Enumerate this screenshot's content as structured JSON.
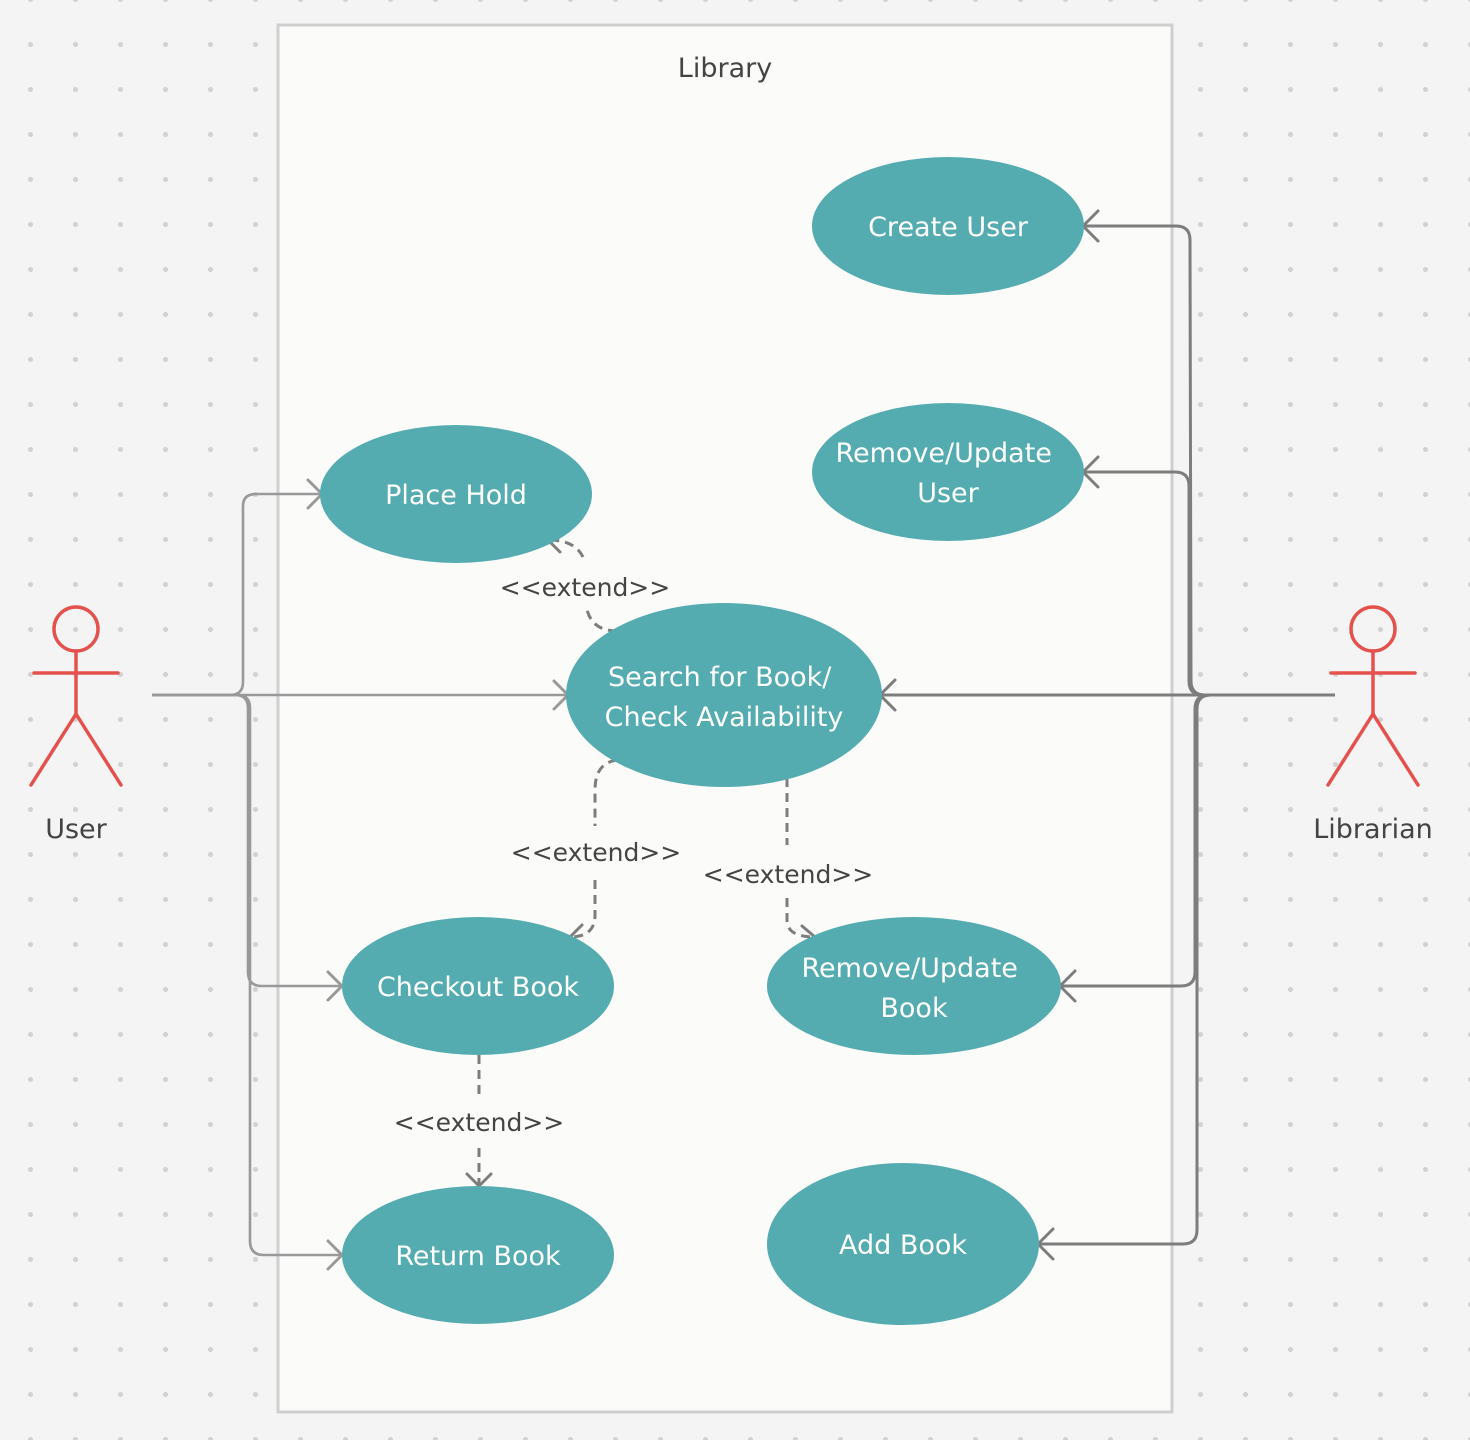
{
  "colors": {
    "background": "#f4f4f4",
    "grid_dot": "#d2d2d2",
    "boundary_fill": "#fbfbfa",
    "boundary_stroke": "#cfcfcf",
    "use_case_fill": "#55acb0",
    "use_case_text": "#ffffff",
    "actor": "#e5514c",
    "line": "#999999",
    "line_dark": "#7d7d7d",
    "text": "#444444"
  },
  "system": {
    "title": "Library"
  },
  "actors": {
    "user": {
      "label": "User",
      "icon": "stick-figure-icon"
    },
    "librarian": {
      "label": "Librarian",
      "icon": "stick-figure-icon"
    }
  },
  "use_cases": {
    "create_user": {
      "lines": [
        "Create User"
      ]
    },
    "remove_update_user": {
      "lines": [
        "Remove/Update",
        "User"
      ]
    },
    "place_hold": {
      "lines": [
        "Place Hold"
      ]
    },
    "search_book": {
      "lines": [
        "Search for Book/",
        "Check Availability"
      ]
    },
    "checkout_book": {
      "lines": [
        "Checkout Book"
      ]
    },
    "remove_update_book": {
      "lines": [
        "Remove/Update",
        "Book"
      ]
    },
    "return_book": {
      "lines": [
        "Return Book"
      ]
    },
    "add_book": {
      "lines": [
        "Add Book"
      ]
    }
  },
  "relationships": {
    "search_to_place_hold": "<<extend>>",
    "search_to_checkout": "<<extend>>",
    "search_to_remove_update_book": "<<extend>>",
    "checkout_to_return": "<<extend>>"
  }
}
